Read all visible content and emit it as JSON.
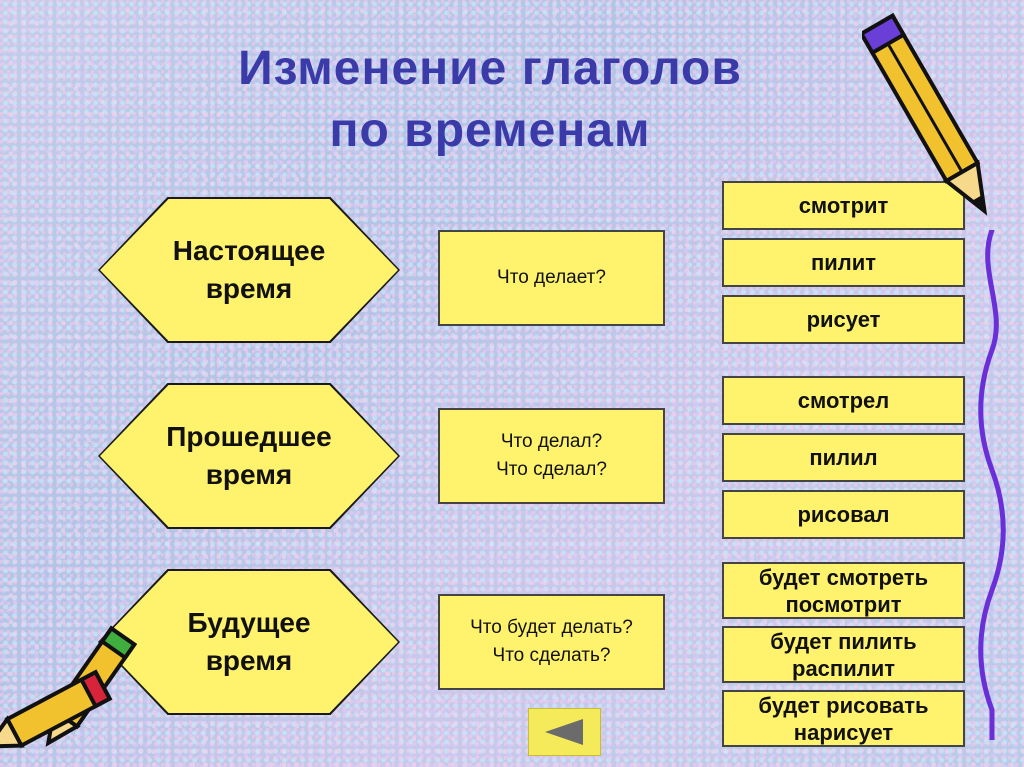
{
  "title": {
    "line1": "Изменение глаголов",
    "line2": "по временам"
  },
  "tenses": [
    {
      "name_line1": "Настоящее",
      "name_line2": "время",
      "question_lines": [
        "Что делает?"
      ],
      "verbs": [
        {
          "line1": "смотрит"
        },
        {
          "line1": "пилит"
        },
        {
          "line1": "рисует"
        }
      ]
    },
    {
      "name_line1": "Прошедшее",
      "name_line2": "время",
      "question_lines": [
        "Что делал?",
        "Что сделал?"
      ],
      "verbs": [
        {
          "line1": "смотрел"
        },
        {
          "line1": "пилил"
        },
        {
          "line1": "рисовал"
        }
      ]
    },
    {
      "name_line1": "Будущее",
      "name_line2": "время",
      "question_lines": [
        "Что будет делать?",
        "Что сделать?"
      ],
      "verbs": [
        {
          "line1": "будет смотреть",
          "line2": "посмотрит"
        },
        {
          "line1": "будет пилить",
          "line2": "распилит"
        },
        {
          "line1": "будет рисовать",
          "line2": "нарисует"
        }
      ]
    }
  ],
  "navigation": {
    "back_icon": "triangle-left-icon"
  },
  "colors": {
    "title": "#3a3aa8",
    "box_fill": "#fff36e",
    "arrow": "#6b6b6b",
    "wavy_line": "#6a2fd6"
  }
}
